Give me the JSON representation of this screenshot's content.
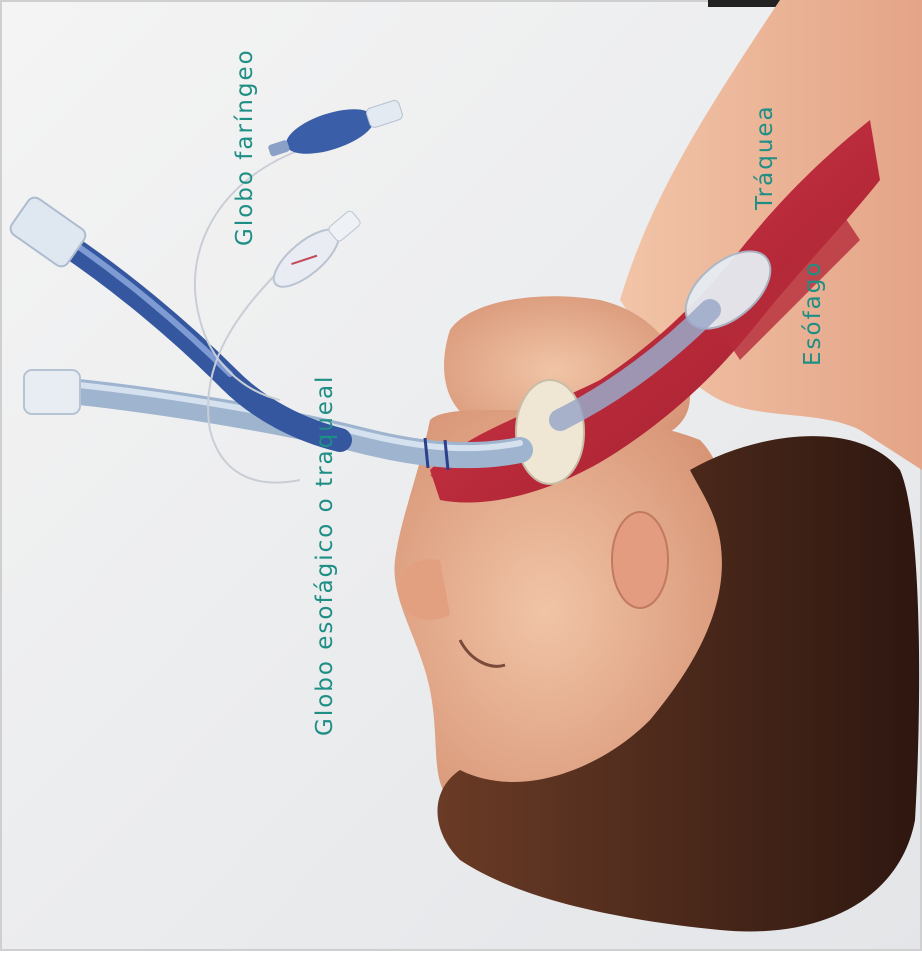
{
  "labels": {
    "globo_faringeo": "Globo faríngeo",
    "globo_esofagico_traqueal": "Globo esofágico o traqueal",
    "traquea": "Tráquea",
    "esofago": "Esófago"
  },
  "colors": {
    "label_text": "#1f8f86",
    "background": "#eeeeee",
    "skin": "#e8a98a",
    "hair": "#4a2a1c",
    "trachea": "#c42a3a",
    "tube": "#9fb5cf",
    "blue_tube": "#3457a0"
  }
}
